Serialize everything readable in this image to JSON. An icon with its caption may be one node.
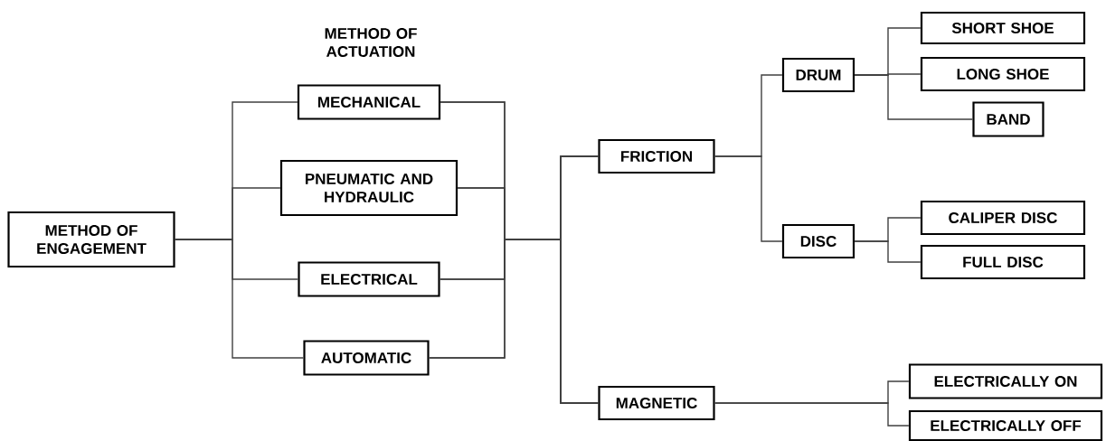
{
  "diagram": {
    "nodes": [
      {
        "text": [
          "METHOD OF ENGAGEMENT"
        ]
      },
      {
        "text": [
          "MECHANICAL"
        ]
      },
      {
        "text": [
          "PNEUMATIC AND HYDRAULIC"
        ]
      },
      {
        "text": [
          "ELECTRICAL"
        ]
      },
      {
        "text": [
          "AUTOMATIC"
        ]
      },
      {
        "text": [
          "FRICTION"
        ]
      },
      {
        "text": [
          "MAGNETIC"
        ]
      },
      {
        "text": [
          "DRUM"
        ]
      },
      {
        "text": [
          "DISC"
        ]
      },
      {
        "text": [
          "SHORT SHOE"
        ]
      },
      {
        "text": [
          "LONG SHOE"
        ]
      },
      {
        "text": [
          "BAND"
        ]
      },
      {
        "text": [
          "CALIPER DISC"
        ]
      },
      {
        "text": [
          "FULL DISC"
        ]
      },
      {
        "text": [
          "ELECTRICALLY ON"
        ]
      },
      {
        "text": [
          "ELECTRICALLY OFF"
        ]
      }
    ],
    "edges": [
      {
        "from": 0,
        "to": 1,
        "arrow": "none"
      },
      {
        "from": 0,
        "to": 2,
        "arrow": "none"
      },
      {
        "from": 0,
        "to": 3,
        "arrow": "none"
      },
      {
        "from": 0,
        "to": 4,
        "arrow": "none"
      },
      {
        "from": 1,
        "to": 5,
        "arrow": "none"
      },
      {
        "from": 1,
        "to": 6,
        "arrow": "none"
      },
      {
        "from": 2,
        "to": 5,
        "arrow": "none"
      },
      {
        "from": 2,
        "to": 6,
        "arrow": "none"
      },
      {
        "from": 3,
        "to": 5,
        "arrow": "none"
      },
      {
        "from": 3,
        "to": 6,
        "arrow": "none"
      },
      {
        "from": 4,
        "to": 5,
        "arrow": "none"
      },
      {
        "from": 4,
        "to": 6,
        "arrow": "none"
      },
      {
        "from": 5,
        "to": 7,
        "arrow": "none"
      },
      {
        "from": 5,
        "to": 8,
        "arrow": "none"
      },
      {
        "from": 7,
        "to": 9,
        "arrow": "none"
      },
      {
        "from": 7,
        "to": 10,
        "arrow": "none"
      },
      {
        "from": 7,
        "to": 11,
        "arrow": "none"
      },
      {
        "from": 8,
        "to": 12,
        "arrow": "none"
      },
      {
        "from": 8,
        "to": 13,
        "arrow": "none"
      },
      {
        "from": 6,
        "to": 14,
        "arrow": "none"
      },
      {
        "from": 6,
        "to": 15,
        "arrow": "none"
      }
    ],
    "labels": [
      "METHOD OF ACTUATION"
    ]
  }
}
